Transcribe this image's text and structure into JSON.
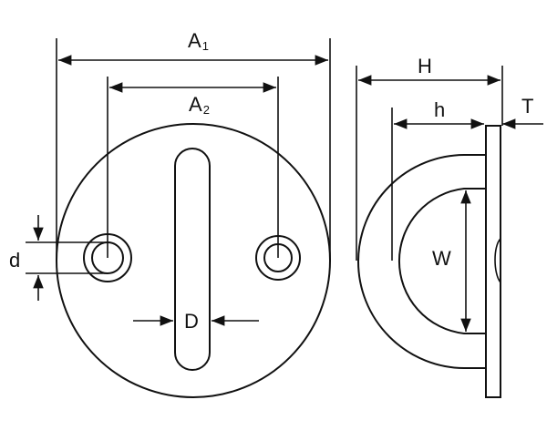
{
  "labels": {
    "A1_main": "A",
    "A1_sub": "1",
    "A2_main": "A",
    "A2_sub": "2",
    "H": "H",
    "h": "h",
    "T": "T",
    "d": "d",
    "D": "D",
    "W": "W"
  }
}
